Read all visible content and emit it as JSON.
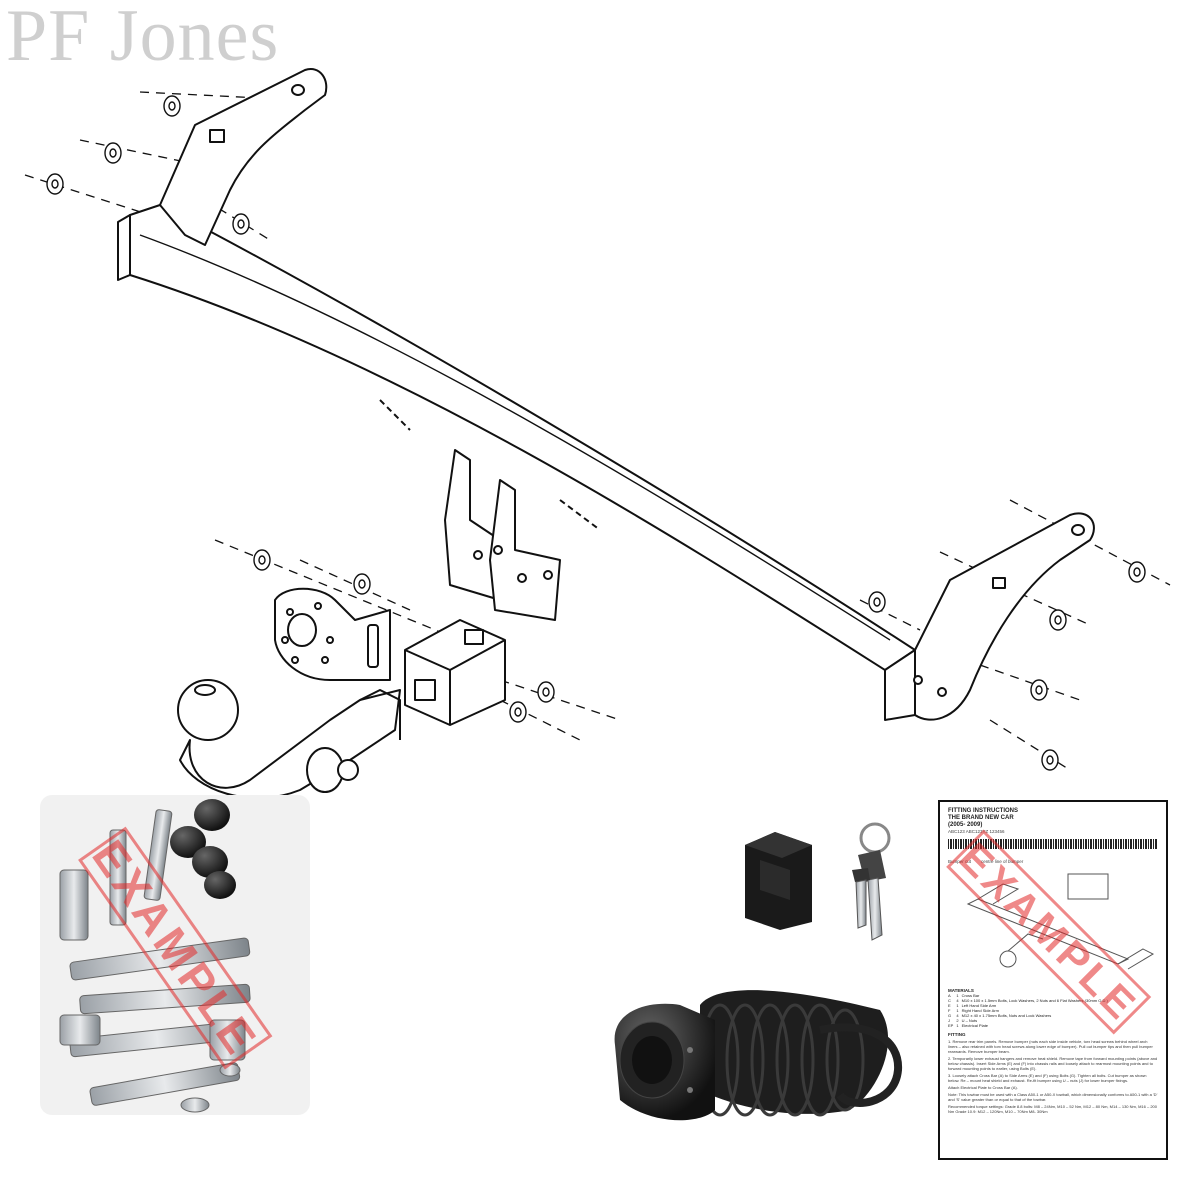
{
  "brand": {
    "watermark": "PF Jones"
  },
  "stamps": {
    "bag": "EXAMPLE",
    "manual": "EXAMPLE"
  },
  "manual": {
    "title": "FITTING INSTRUCTIONS",
    "subtitle": "THE BRAND NEW CAR",
    "years": "(2005- 2009)",
    "codes": "ABC123 ABC123YZ 123456",
    "bumper_cut": "Bumper cut",
    "centre_line": "centre line of bumper",
    "materials_heading": "MATERIALS",
    "materials": [
      [
        "A",
        "1",
        "Cross Bar"
      ],
      [
        "C",
        "4",
        "M10 x 100 x 1.5mm Bolts, Lock Washers, 2 Nuts and 6 Flat Washers (30mm O.D.)"
      ],
      [
        "E",
        "1",
        "Left Hand Side Arm"
      ],
      [
        "F",
        "1",
        "Right Hand Side Arm"
      ],
      [
        "G",
        "4",
        "M12 x 40 x 1.75mm Bolts, Nuts and Lock Washers"
      ],
      [
        "J",
        "2",
        "U – Nuts"
      ],
      [
        "EP",
        "1",
        "Electrical Plate"
      ]
    ],
    "fitting_heading": "FITTING",
    "steps": [
      "1. Remove rear trim panels. Remove bumper (nuts each side inside vehicle, torx head screws behind wheel arch liners – also retained with torx head screws along lower edge of bumper). Pull out bumper tips and then pull bumper rearwards. Remove bumper beam.",
      "2. Temporarily lower exhaust hangers and remove heat shield. Remove tape from forward mounting points (above and below chassis). Insert Side Arms (E) and (F) into chassis rails and loosely attach to rearmost mounting points and to forward mounting points to earlier, using Bolts (E).",
      "3. Loosely attach Cross Bar (A) to Side Arms (E) and (F) using Bolts (G). Tighten all bolts. Cut bumper as shown below. Re – mount heat shield and exhaust. Re-fit bumper using U – nuts (J) for lower bumper fixings.",
      "Attach Electrical Plate to Cross Bar (A)."
    ],
    "note": "Note: This towbar must be used with a Class A50-1 or A50-X towball, which dimensionally conforms to A50-1 with a 'D' and 'S' value greater than or equal to that of the towbar.",
    "torque": "Recommended torque settings: Grade 8.8 bolts: M8 – 24Nm, M10 – 52 Nm, M12 – 80 Nm, M14 – 130 Nm, M16 – 200 Nm Grade 10.9: M12 – 120Nm, M10 – 70Nm M8- 30Nm"
  }
}
